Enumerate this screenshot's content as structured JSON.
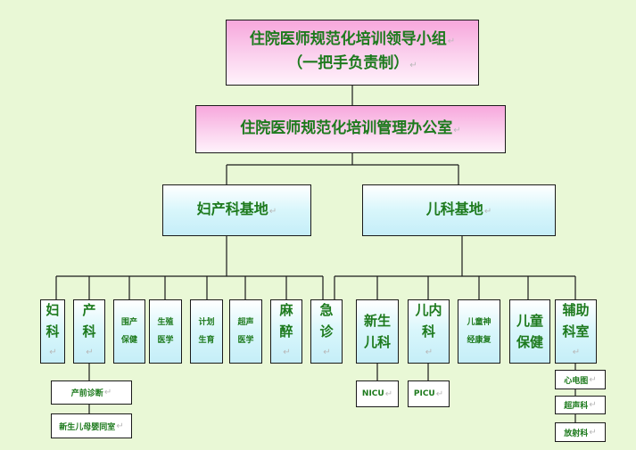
{
  "leadership": {
    "line1": "住院医师规范化培训领导小组",
    "line2": "（一把手负责制）"
  },
  "office": {
    "label": "住院医师规范化培训管理办公室"
  },
  "bases": {
    "ob": {
      "label": "妇产科基地"
    },
    "peds": {
      "label": "儿科基地"
    }
  },
  "ob_depts": [
    {
      "line1": "妇",
      "line2": "科"
    },
    {
      "line1": "产",
      "line2": "科"
    },
    {
      "line1": "围产",
      "line2": "保健"
    },
    {
      "line1": "生殖",
      "line2": "医学"
    },
    {
      "line1": "计划",
      "line2": "生育"
    },
    {
      "line1": "超声",
      "line2": "医学"
    },
    {
      "line1": "麻",
      "line2": "醉"
    },
    {
      "line1": "急",
      "line2": "诊"
    }
  ],
  "ob_sub": [
    "产前诊断",
    "新生儿母婴同室"
  ],
  "peds_depts": [
    {
      "line1": "新生",
      "line2": "儿科"
    },
    {
      "line1": "儿内",
      "line2": "科"
    },
    {
      "line1": "儿童神",
      "line2": "经康复"
    },
    {
      "line1": "儿童",
      "line2": "保健"
    },
    {
      "line1": "辅助",
      "line2": "科室"
    }
  ],
  "peds_sub": {
    "nicu": "NICU",
    "picu": "PICU"
  },
  "aux_sub": [
    "心电图",
    "超声科",
    "放射科"
  ],
  "colors": {
    "background": "#e9f8d6",
    "text": "#1d7a1d",
    "header_fill": "#f7a7dc",
    "base_fill": "#d8f6fb"
  }
}
